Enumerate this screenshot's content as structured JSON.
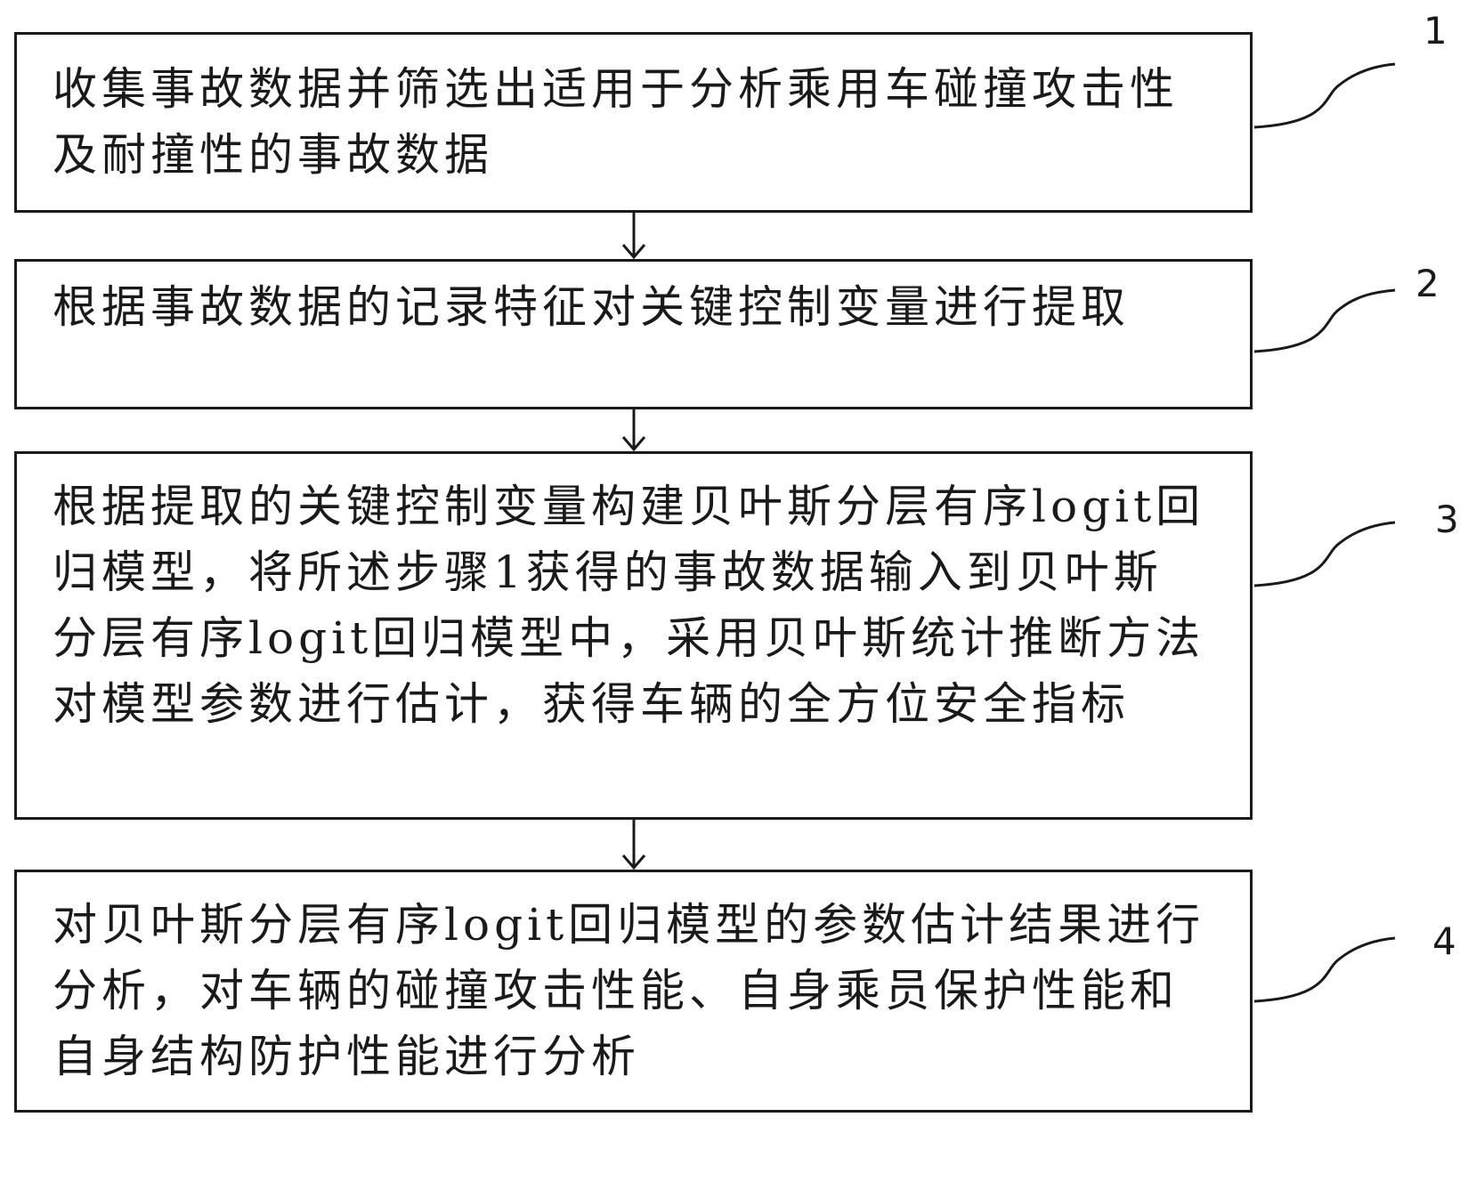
{
  "steps": [
    {
      "number": "1",
      "text": "收集事故数据并筛选出适用于分析乘用车碰撞攻击性及耐撞性的事故数据"
    },
    {
      "number": "2",
      "text": "根据事故数据的记录特征对关键控制变量进行提取"
    },
    {
      "number": "3",
      "text": "根据提取的关键控制变量构建贝叶斯分层有序logit回归模型，将所述步骤1获得的事故数据输入到贝叶斯分层有序logit回归模型中，采用贝叶斯统计推断方法对模型参数进行估计，获得车辆的全方位安全指标"
    },
    {
      "number": "4",
      "text": "对贝叶斯分层有序logit回归模型的参数估计结果进行分析，对车辆的碰撞攻击性能、自身乘员保护性能和自身结构防护性能进行分析"
    }
  ]
}
